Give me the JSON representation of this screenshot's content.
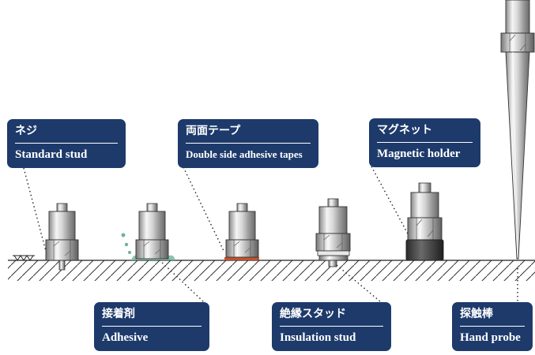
{
  "labels": {
    "standard_stud": {
      "jp": "ネジ",
      "en": "Standard stud"
    },
    "double_tape": {
      "jp": "両面テープ",
      "en": "Double side adhesive tapes"
    },
    "magnetic": {
      "jp": "マグネット",
      "en": "Magnetic holder"
    },
    "adhesive": {
      "jp": "接着剤",
      "en": "Adhesive"
    },
    "insulation": {
      "jp": "絶縁スタッド",
      "en": "Insulation stud"
    },
    "hand_probe": {
      "jp": "探触棒",
      "en": "Hand probe"
    }
  },
  "colors": {
    "label_bg": "#1d3a6b",
    "metal_light": "#f2f2f2",
    "metal_dark": "#7a7a7a",
    "magnet": "#3a3a3a",
    "tape": "#c0532e",
    "glue": "#6fb39a"
  }
}
